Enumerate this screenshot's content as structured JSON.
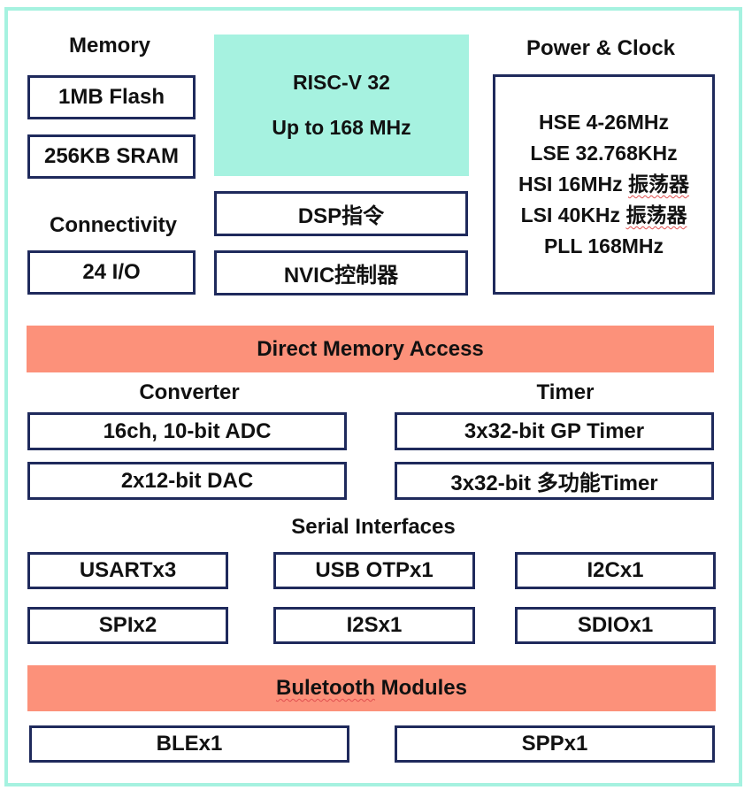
{
  "diagram": {
    "memory": {
      "heading": "Memory",
      "items": [
        "1MB Flash",
        "256KB SRAM"
      ]
    },
    "cpu": {
      "line1": "RISC-V 32",
      "line2": "Up to 168 MHz",
      "features": [
        "DSP指令",
        "NVIC控制器"
      ]
    },
    "power_clock": {
      "heading": "Power & Clock",
      "lines": [
        "HSE 4-26MHz",
        "LSE 32.768KHz",
        "HSI 16MHz ",
        "LSI 40KHz ",
        "PLL 168MHz"
      ],
      "oscillator_word": "振荡器"
    },
    "connectivity": {
      "heading": "Connectivity",
      "items": [
        "24 I/O"
      ]
    },
    "dma": {
      "label": "Direct Memory Access"
    },
    "converter": {
      "heading": "Converter",
      "items": [
        "16ch, 10-bit ADC",
        "2x12-bit DAC"
      ]
    },
    "timer": {
      "heading": "Timer",
      "items": [
        "3x32-bit GP Timer",
        "3x32-bit 多功能Timer"
      ]
    },
    "serial": {
      "heading": "Serial Interfaces",
      "items": [
        "USARTx3",
        "USB OTPx1",
        "I2Cx1",
        "SPIx2",
        "I2Sx1",
        "SDIOx1"
      ]
    },
    "bluetooth": {
      "label_part1": "Buletooth",
      "label_part2": " Modules",
      "items": [
        "BLEx1",
        "SPPx1"
      ]
    }
  },
  "colors": {
    "frame": "#a6f2e0",
    "cpu_fill": "#a6f2e0",
    "bar_fill": "#fc917a",
    "box_border": "#1f2a5c"
  }
}
